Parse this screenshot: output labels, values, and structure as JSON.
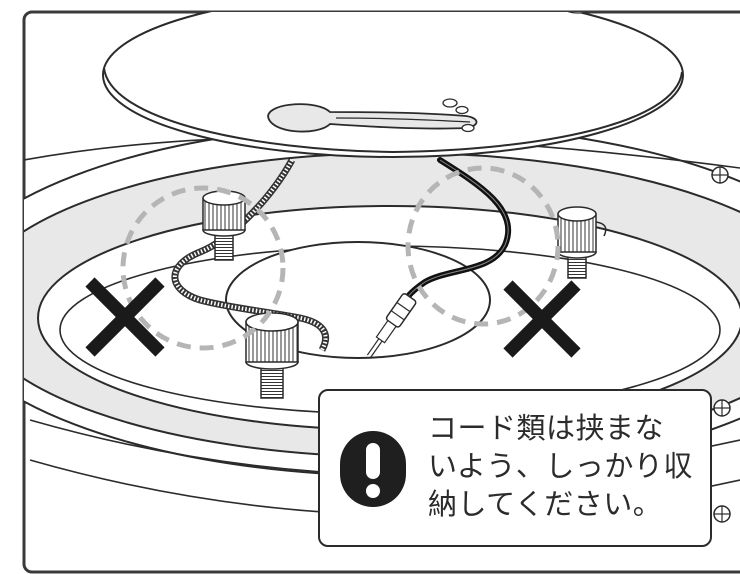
{
  "caption": {
    "lines": [
      "コード類は挟まな",
      "いよう、しっかり収",
      "納してください。"
    ]
  },
  "icons": {
    "warning": "exclamation-circle-icon",
    "wrong_left": "x-mark-icon",
    "wrong_right": "x-mark-icon"
  },
  "colors": {
    "outline": "#2b2b2b",
    "panel_gray": "#e8e8e8",
    "dashed_circle": "#b5b5b5",
    "x_mark": "#1a1a1a"
  }
}
